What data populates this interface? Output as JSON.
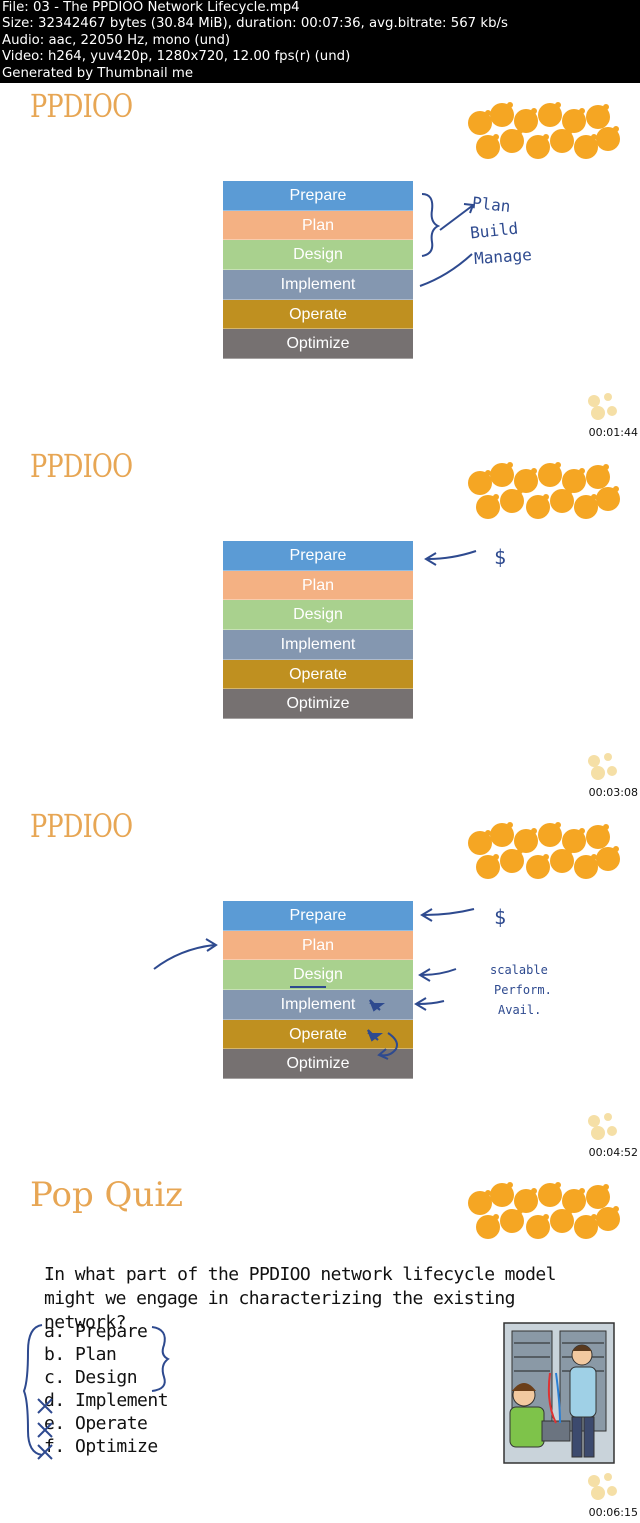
{
  "header": {
    "line1": "File: 03 - The PPDIOO Network Lifecycle.mp4",
    "line2": "Size: 32342467 bytes (30.84 MiB), duration: 00:07:36, avg.bitrate: 567 kb/s",
    "line3": "Audio: aac, 22050 Hz, mono (und)",
    "line4": "Video: h264, yuv420p, 1280x720, 12.00 fps(r) (und)",
    "line5": "Generated by Thumbnail me"
  },
  "lifecycle": [
    {
      "label": "Prepare",
      "color": "#5b9bd5"
    },
    {
      "label": "Plan",
      "color": "#f4b183"
    },
    {
      "label": "Design",
      "color": "#a9d18e"
    },
    {
      "label": "Implement",
      "color": "#8497b0"
    },
    {
      "label": "Operate",
      "color": "#bf9020"
    },
    {
      "label": "Optimize",
      "color": "#767171"
    }
  ],
  "panels": [
    {
      "title": "PPDIOO",
      "timestamp": "00:01:44",
      "notes": [
        "Plan",
        "Build",
        "Manage"
      ]
    },
    {
      "title": "PPDIOO",
      "timestamp": "00:03:08",
      "notes": [
        "$"
      ]
    },
    {
      "title": "PPDIOO",
      "timestamp": "00:04:52",
      "notes": [
        "$",
        "scalable",
        "Perform.",
        "Avail."
      ]
    }
  ],
  "quiz": {
    "title": "Pop Quiz",
    "question": "In what part of the PPDIOO network lifecycle model might we engage in characterizing the existing network?",
    "options": [
      "a. Prepare",
      "b. Plan",
      "c. Design",
      "d. Implement",
      "e. Operate",
      "f. Optimize"
    ],
    "timestamp": "00:06:15"
  },
  "colors": {
    "title": "#e7a654",
    "ink": "#2e4a8f",
    "logo": "#f5a623"
  }
}
